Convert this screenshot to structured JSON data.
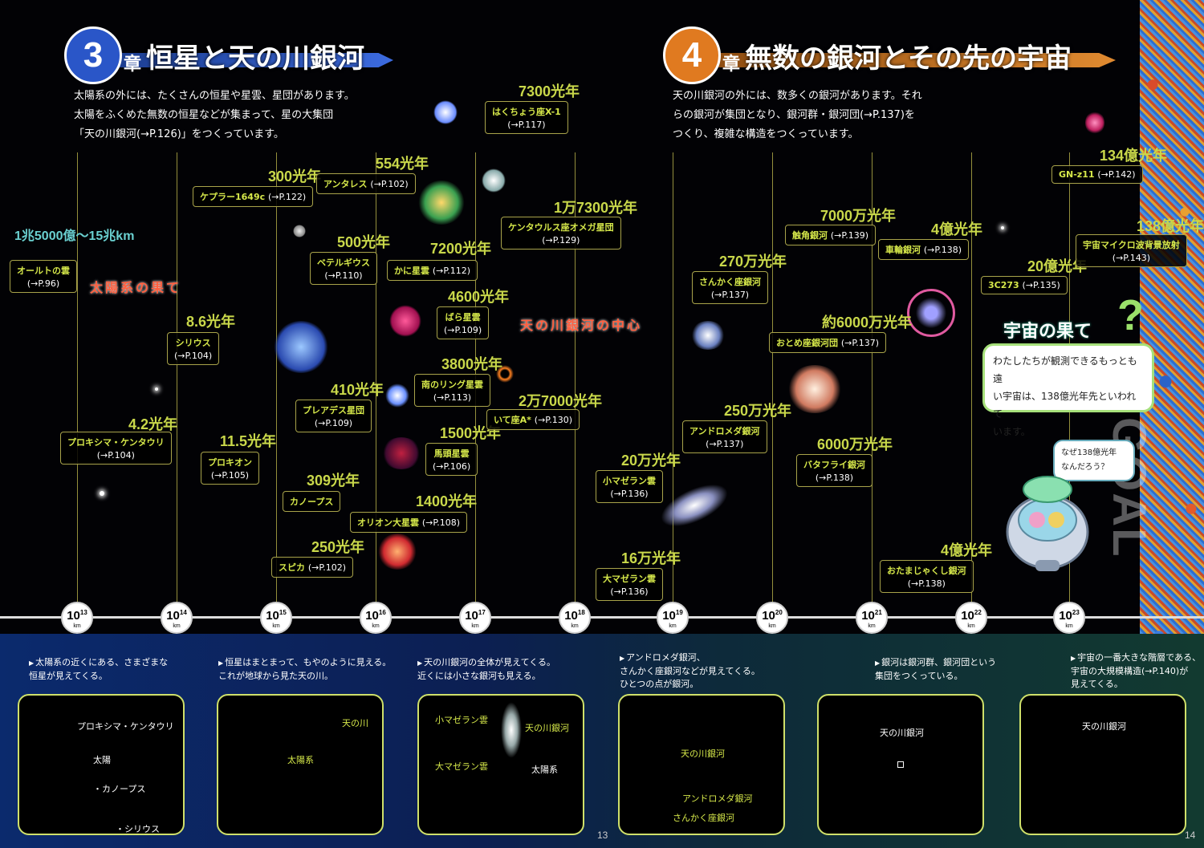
{
  "chapter3": {
    "num": "3",
    "sho": "章",
    "title": "恒星と天の川銀河",
    "intro": [
      "太陽系の外には、たくさんの恒星や星雲、星団があります。",
      "太陽をふくめた無数の恒星などが集まって、星の大集団",
      "「天の川銀河(→P.126)」をつくっています。"
    ]
  },
  "chapter4": {
    "num": "4",
    "sho": "章",
    "title": "無数の銀河とその先の宇宙",
    "intro": [
      "天の川銀河の外には、数多くの銀河があります。それ",
      "らの銀河が集団となり、銀河群・銀河団(→P.137)を",
      "つくり、複雑な構造をつくっています。"
    ]
  },
  "goal": "GOAL",
  "labels": {
    "oort": {
      "name": "オールトの雲",
      "ref": "(→P.96)",
      "dist": "1兆5000億～15兆km"
    },
    "solar_edge": "太陽系の果て",
    "proxima": {
      "name": "プロキシマ・ケンタウリ",
      "ref": "(→P.104)",
      "dist": "4.2光年"
    },
    "sirius": {
      "name": "シリウス",
      "ref": "(→P.104)",
      "dist": "8.6光年"
    },
    "procyon": {
      "name": "プロキオン",
      "ref": "(→P.105)",
      "dist": "11.5光年"
    },
    "kepler": {
      "name": "ケプラー1649c",
      "ref": "(→P.122)",
      "dist": "300光年"
    },
    "betelgeuse": {
      "name": "ベテルギウス",
      "ref": "(→P.110)",
      "dist": "500光年"
    },
    "pleiades": {
      "name": "プレアデス星団",
      "ref": "(→P.109)",
      "dist": "410光年"
    },
    "canopus": {
      "name": "カノープス",
      "dist": "309光年"
    },
    "spica": {
      "name": "スピカ",
      "ref": "(→P.102)",
      "dist": "250光年"
    },
    "antares": {
      "name": "アンタレス",
      "ref": "(→P.102)",
      "dist": "554光年"
    },
    "crab": {
      "name": "かに星雲",
      "ref": "(→P.112)",
      "dist": "7200光年"
    },
    "rosette": {
      "name": "ばら星雲",
      "ref": "(→P.109)",
      "dist": "4600光年"
    },
    "ring": {
      "name": "南のリング星雲",
      "ref": "(→P.113)",
      "dist": "3800光年"
    },
    "horsehead": {
      "name": "馬頭星雲",
      "ref": "(→P.106)",
      "dist": "1500光年"
    },
    "orion": {
      "name": "オリオン大星雲",
      "ref": "(→P.108)",
      "dist": "1400光年"
    },
    "cygx1": {
      "name": "はくちょう座X-1",
      "ref": "(→P.117)",
      "dist": "7300光年"
    },
    "omega": {
      "name": "ケンタウルス座オメガ星団",
      "ref": "(→P.129)",
      "dist": "1万7300光年"
    },
    "mw_center": "天の川銀河の中心",
    "sgra": {
      "name": "いて座A*",
      "ref": "(→P.130)",
      "dist": "2万7000光年"
    },
    "smc": {
      "name": "小マゼラン雲",
      "ref": "(→P.136)",
      "dist": "20万光年"
    },
    "lmc": {
      "name": "大マゼラン雲",
      "ref": "(→P.136)",
      "dist": "16万光年"
    },
    "m33": {
      "name": "さんかく座銀河",
      "ref": "(→P.137)",
      "dist": "270万光年"
    },
    "andromeda": {
      "name": "アンドロメダ銀河",
      "ref": "(→P.137)",
      "dist": "250万光年"
    },
    "antennae": {
      "name": "触角銀河",
      "ref": "(→P.139)",
      "dist": "7000万光年"
    },
    "virgo": {
      "name": "おとめ座銀河団",
      "ref": "(→P.137)",
      "dist": "約6000万光年"
    },
    "butterfly": {
      "name": "バタフライ銀河",
      "ref": "(→P.138)",
      "dist": "6000万光年"
    },
    "cartwheel": {
      "name": "車輪銀河",
      "ref": "(→P.138)",
      "dist": "4億光年"
    },
    "tadpole": {
      "name": "おたまじゃくし銀河",
      "ref": "(→P.138)",
      "dist": "4億光年"
    },
    "q3c273": {
      "name": "3C273",
      "ref": "(→P.135)",
      "dist": "20億光年"
    },
    "gnz11": {
      "name": "GN-z11",
      "ref": "(→P.142)",
      "dist": "134億光年"
    },
    "cmb": {
      "name": "宇宙マイクロ波背景放射",
      "ref": "(→P.143)",
      "dist": "138億光年"
    }
  },
  "edge_title": "宇宙の果て",
  "edge_text": [
    "わたしたちが観測できるもっとも遠",
    "い宇宙は、138億光年先といわれて",
    "います。"
  ],
  "speech": [
    "なぜ138億光年",
    "なんだろう？"
  ],
  "ticks": [
    {
      "base": "10",
      "exp": "13",
      "unit": "km"
    },
    {
      "base": "10",
      "exp": "14",
      "unit": "km"
    },
    {
      "base": "10",
      "exp": "15",
      "unit": "km"
    },
    {
      "base": "10",
      "exp": "16",
      "unit": "km"
    },
    {
      "base": "10",
      "exp": "17",
      "unit": "km"
    },
    {
      "base": "10",
      "exp": "18",
      "unit": "km"
    },
    {
      "base": "10",
      "exp": "19",
      "unit": "km"
    },
    {
      "base": "10",
      "exp": "20",
      "unit": "km"
    },
    {
      "base": "10",
      "exp": "21",
      "unit": "km"
    },
    {
      "base": "10",
      "exp": "22",
      "unit": "km"
    },
    {
      "base": "10",
      "exp": "23",
      "unit": "km"
    }
  ],
  "captions": [
    [
      "太陽系の近くにある、さまざまな",
      "恒星が見えてくる。"
    ],
    [
      "恒星はまとまって、もやのように見える。",
      "これが地球から見た天の川。"
    ],
    [
      "天の川銀河の全体が見えてくる。",
      "近くには小さな銀河も見える。"
    ],
    [
      "アンドロメダ銀河、",
      "さんかく座銀河などが見えてくる。",
      "ひとつの点が銀河。"
    ],
    [
      "銀河は銀河群、銀河団という",
      "集団をつくっている。"
    ],
    [
      "宇宙の一番大きな階層である、",
      "宇宙の大規模構造(→P.140)が",
      "見えてくる。"
    ]
  ],
  "panels": {
    "p1": [
      "プロキシマ・ケンタウリ",
      "太陽",
      "・カノープス",
      "・シリウス"
    ],
    "p2": [
      "天の川",
      "太陽系"
    ],
    "p3": [
      "小マゼラン雲",
      "天の川銀河",
      "大マゼラン雲",
      "太陽系"
    ],
    "p4": [
      "天の川銀河",
      "アンドロメダ銀河",
      "さんかく座銀河"
    ],
    "p5": [
      "天の川銀河"
    ],
    "p6": [
      "天の川銀河"
    ]
  },
  "page_numbers": {
    "left": "13",
    "right": "14"
  }
}
